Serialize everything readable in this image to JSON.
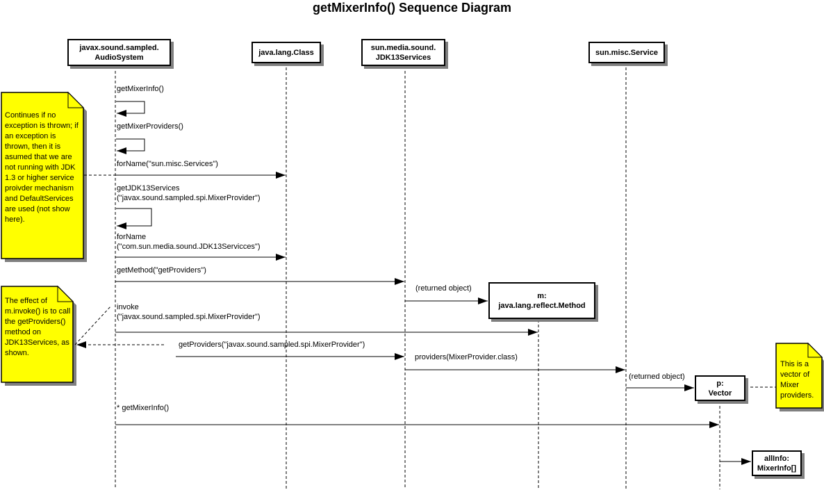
{
  "title": "getMixerInfo() Sequence Diagram",
  "colors": {
    "note_fill": "#FFFF00",
    "box_fill": "#FFFFFF",
    "shadow": "#808080",
    "line": "#000000",
    "background": "#FFFFFF"
  },
  "lifelines": [
    {
      "name": "AudioSystem",
      "label": "javax.sound.sampled.\nAudioSystem"
    },
    {
      "name": "Class",
      "label": "java.lang.Class"
    },
    {
      "name": "JDK13Services",
      "label": "sun.media.sound.\nJDK13Services"
    },
    {
      "name": "Service",
      "label": "sun.misc.Service"
    }
  ],
  "objects": [
    {
      "name": "method",
      "label": "m:\njava.lang.reflect.Method"
    },
    {
      "name": "vector",
      "label": "p:\nVector"
    },
    {
      "name": "allinfo",
      "label": "allInfo:\nMixerInfo[]"
    }
  ],
  "messages": [
    {
      "label": "getMixerInfo()",
      "kind": "self-call",
      "on": "AudioSystem"
    },
    {
      "label": "getMixerProviders()",
      "kind": "self-call",
      "on": "AudioSystem"
    },
    {
      "label": "forName(\"sun.misc.Services\")",
      "kind": "call",
      "from": "AudioSystem",
      "to": "Class"
    },
    {
      "label": "getJDK13Services\n(\"javax.sound.sampled.spi.MixerProvider\")",
      "kind": "self-call",
      "on": "AudioSystem"
    },
    {
      "label": "forName\n(\"com.sun.media.sound.JDK13Servicces\")",
      "kind": "call",
      "from": "AudioSystem",
      "to": "Class"
    },
    {
      "label": "getMethod(\"getProviders\")",
      "kind": "call",
      "from": "AudioSystem",
      "to": "JDK13Services"
    },
    {
      "label": "(returned object)",
      "kind": "return",
      "from": "JDK13Services",
      "to": "method"
    },
    {
      "label": "invoke\n(\"javax.sound.sampled.spi.MixerProvider\")",
      "kind": "call",
      "from": "AudioSystem",
      "to": "method"
    },
    {
      "label": "getProviders(\"javax.sound.sampled.spi.MixerProvider\")",
      "kind": "call",
      "to": "JDK13Services"
    },
    {
      "label": "providers(MixerProvider.class)",
      "kind": "call",
      "from": "JDK13Services",
      "to": "Service"
    },
    {
      "label": "(returned object)",
      "kind": "return",
      "from": "Service",
      "to": "vector"
    },
    {
      "label": "* getMixerInfo()",
      "kind": "call",
      "from": "AudioSystem",
      "to": "vector"
    },
    {
      "label": "",
      "kind": "create",
      "from": "vector",
      "to": "allinfo"
    }
  ],
  "notes": [
    {
      "name": "note-exception",
      "text": "Continues if no exception is thrown; if an exception is thrown, then it is asumed that we are not running with JDK 1.3 or higher service proivder mechanism and DefaultServices are used (not show here)."
    },
    {
      "name": "note-invoke",
      "text": "The effect of m.invoke() is to call the getProviders() method on JDK13Services, as shown."
    },
    {
      "name": "note-vector",
      "text": "This is a vector of Mixer providers."
    }
  ]
}
